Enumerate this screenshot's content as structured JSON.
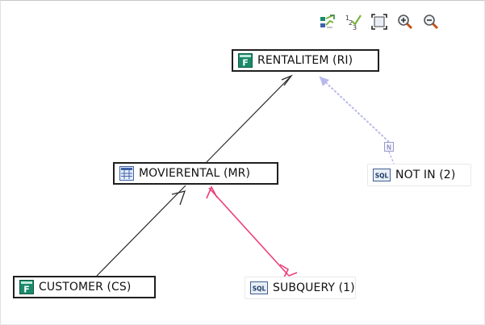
{
  "toolbar": {
    "buttons": [
      {
        "name": "layout-tree-icon",
        "title": ""
      },
      {
        "name": "layout-numbered-icon",
        "title": ""
      },
      {
        "name": "fit-to-screen-icon",
        "title": ""
      },
      {
        "name": "zoom-in-icon",
        "title": ""
      },
      {
        "name": "zoom-out-icon",
        "title": ""
      }
    ]
  },
  "diagram": {
    "nodes": {
      "rentalitem": {
        "label": "RENTALITEM (RI)",
        "icon": "table-f-icon"
      },
      "movierental": {
        "label": "MOVIERENTAL (MR)",
        "icon": "table-icon"
      },
      "notin": {
        "label": "NOT IN (2)",
        "icon": "sql-icon"
      },
      "customer": {
        "label": "CUSTOMER (CS)",
        "icon": "table-f-icon"
      },
      "subquery": {
        "label": "SUBQUERY (1)",
        "icon": "sql-icon"
      }
    },
    "edges": [
      {
        "from": "movierental",
        "to": "rentalitem",
        "style": "join",
        "color": "#2a2a2a"
      },
      {
        "from": "customer",
        "to": "movierental",
        "style": "join",
        "color": "#2a2a2a"
      },
      {
        "from": "movierental",
        "to": "subquery",
        "style": "subquery",
        "color": "#ee3e76"
      },
      {
        "from": "notin",
        "to": "rentalitem",
        "style": "not-in",
        "color": "#b9b9ee"
      }
    ],
    "edge_marker_label": "N"
  },
  "colors": {
    "table_icon_green": "#1b8a6b",
    "table_icon_blue": "#3f63a8",
    "subquery_edge": "#ee3e76",
    "not_in_edge": "#b9b9ee"
  }
}
